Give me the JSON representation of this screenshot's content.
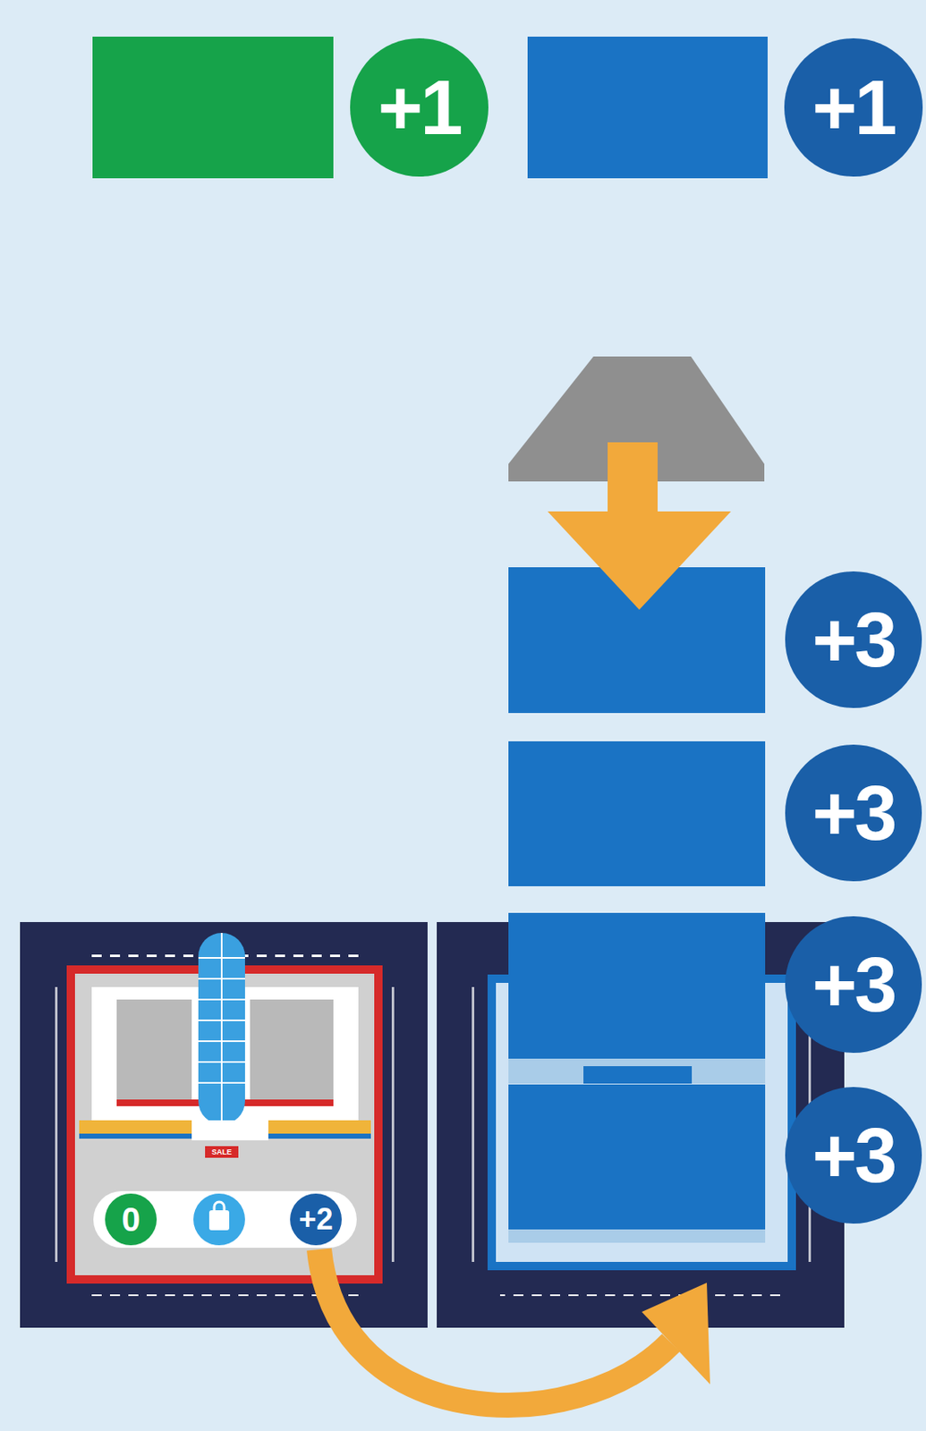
{
  "diagram": {
    "nodes": [
      {
        "text": [
          "+1"
        ]
      },
      {
        "text": [
          "+1"
        ]
      },
      {
        "text": [
          "+3"
        ]
      },
      {
        "text": [
          "+3"
        ]
      },
      {
        "text": [
          "+3"
        ]
      },
      {
        "text": [
          "+3"
        ]
      },
      {
        "text": [
          "SALE"
        ]
      },
      {
        "text": [
          "0"
        ],
        "in": 6
      },
      {
        "text": [
          "+2"
        ],
        "in": 6
      }
    ]
  }
}
